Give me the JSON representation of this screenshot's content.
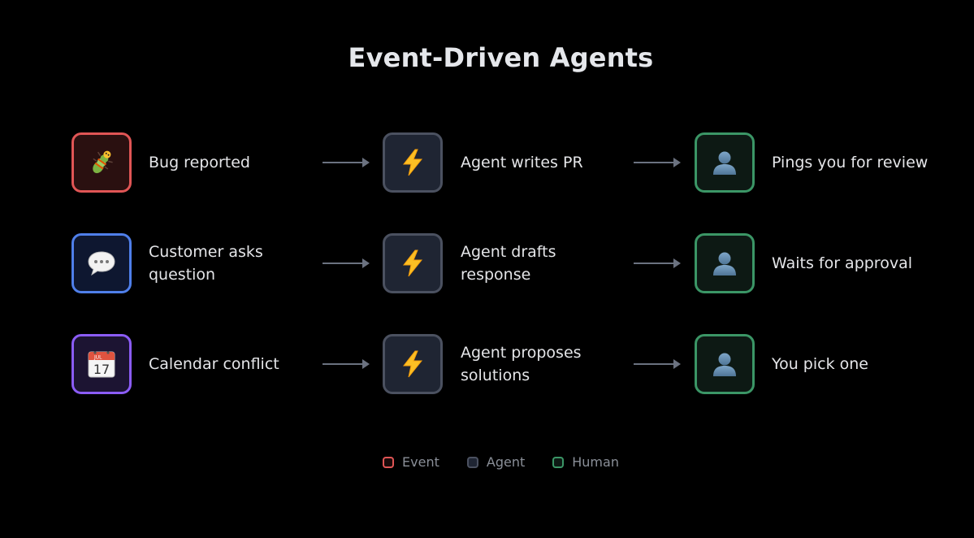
{
  "title": "Event-Driven Agents",
  "rows": [
    {
      "event": {
        "label": "Bug reported",
        "icon": "bug-icon",
        "color": "#e05555"
      },
      "agent": {
        "label": "Agent writes PR",
        "icon": "lightning-icon"
      },
      "human": {
        "label": "Pings you for review",
        "icon": "person-icon"
      }
    },
    {
      "event": {
        "label": "Customer asks question",
        "icon": "speech-bubble-icon",
        "color": "#4f7fea"
      },
      "agent": {
        "label": "Agent drafts response",
        "icon": "lightning-icon"
      },
      "human": {
        "label": "Waits for approval",
        "icon": "person-icon"
      }
    },
    {
      "event": {
        "label": "Calendar conflict",
        "icon": "calendar-icon",
        "color": "#8b5cf6"
      },
      "agent": {
        "label": "Agent proposes solutions",
        "icon": "lightning-icon"
      },
      "human": {
        "label": "You pick one",
        "icon": "person-icon"
      }
    }
  ],
  "calendar_icon": {
    "month": "JUL",
    "day": "17"
  },
  "legend": [
    {
      "label": "Event",
      "color": "#e05555"
    },
    {
      "label": "Agent",
      "color": "#4b5160"
    },
    {
      "label": "Human",
      "color": "#3b9666"
    }
  ],
  "colors": {
    "background": "#000000",
    "agent_border": "#4b5160",
    "human_border": "#3b9666",
    "arrow": "#6b7280"
  }
}
